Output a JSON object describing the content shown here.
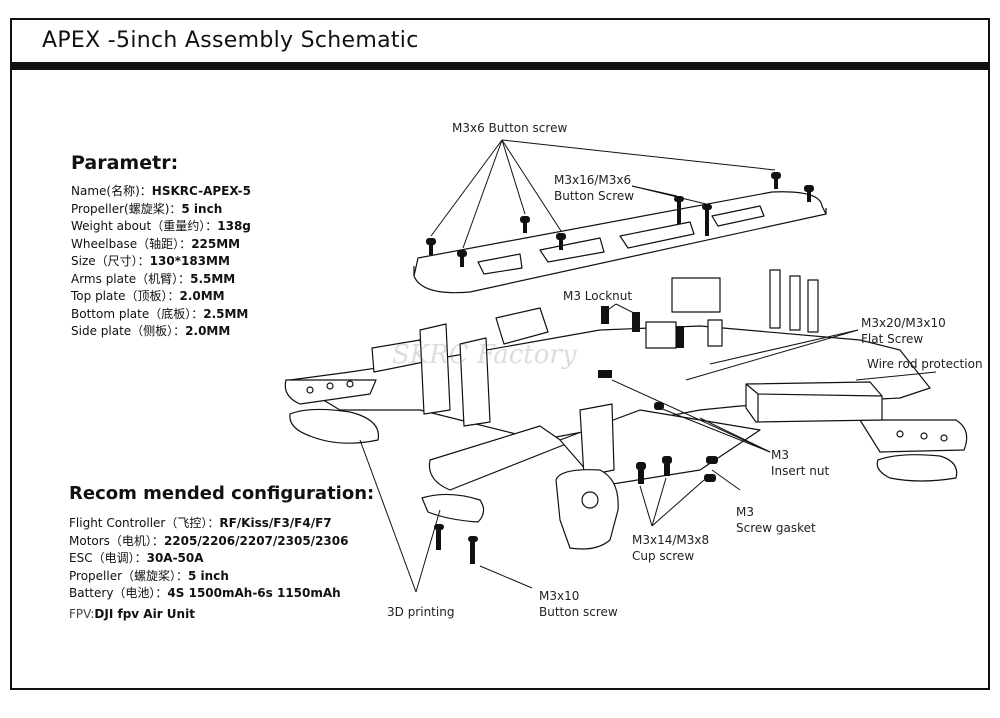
{
  "title": "APEX -5inch  Assembly Schematic",
  "watermark": "SKRC Factory",
  "params": {
    "heading": "Parametr:",
    "rows": [
      {
        "k": "Name(名称)：",
        "v": "HSKRC-APEX-5"
      },
      {
        "k": "Propeller(螺旋桨)：",
        "v": "5 inch"
      },
      {
        "k": "Weight about（重量约）：",
        "v": "138g"
      },
      {
        "k": "Wheelbase（轴距）：",
        "v": "225MM"
      },
      {
        "k": "Size（尺寸）：",
        "v": "130*183MM"
      },
      {
        "k": "Arms plate（机臂）：",
        "v": "5.5MM"
      },
      {
        "k": "Top plate（顶板）：",
        "v": "2.0MM"
      },
      {
        "k": "Bottom plate（底板）：",
        "v": "2.5MM"
      },
      {
        "k": "Side plate（侧板）：",
        "v": "2.0MM"
      }
    ]
  },
  "config": {
    "heading": "Recom mended configuration:",
    "rows": [
      {
        "k": "Flight Controller（飞控）：",
        "v": "RF/Kiss/F3/F4/F7"
      },
      {
        "k": "Motors（电机）：",
        "v": "2205/2206/2207/2305/2306"
      },
      {
        "k": "ESC（电调）：",
        "v": "30A-50A"
      },
      {
        "k": "Propeller（螺旋桨）：",
        "v": "5 inch"
      },
      {
        "k": "Battery（电池）：",
        "v": "4S 1500mAh-6s 1150mAh"
      }
    ],
    "fpv_key": "FPV:",
    "fpv_val": "DJI fpv Air Unit"
  },
  "callouts": {
    "m3x6_button": "M3x6 Button screw",
    "m3x16_a": "M3x16/M3x6",
    "m3x16_b": "Button Screw",
    "m3_locknut": "M3 Locknut",
    "m3x20_a": "M3x20/M3x10",
    "m3x20_b": "Flat Screw",
    "wire_rod": "Wire rod protection",
    "insert_a": "M3",
    "insert_b": "Insert nut",
    "gasket_a": "M3",
    "gasket_b": "Screw gasket",
    "cup_a": "M3x14/M3x8",
    "cup_b": "Cup screw",
    "m3x10_a": "M3x10",
    "m3x10_b": "Button screw",
    "printing": "3D printing"
  }
}
